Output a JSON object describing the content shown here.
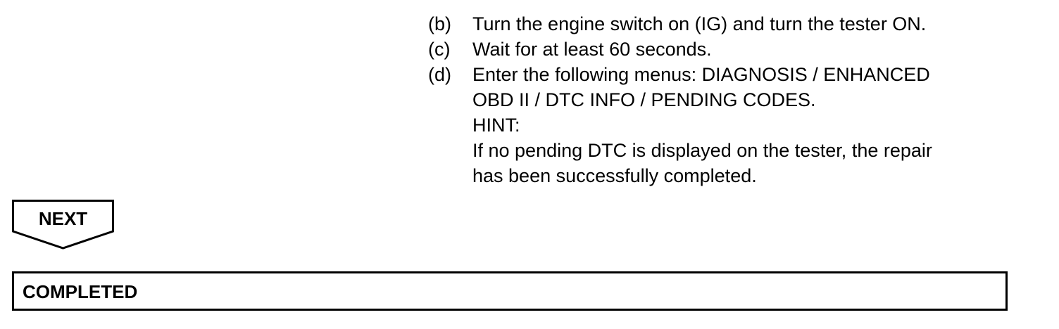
{
  "steps": [
    {
      "label": "(b)",
      "lines": [
        "Turn the engine switch on (IG) and turn the tester ON."
      ]
    },
    {
      "label": "(c)",
      "lines": [
        "Wait for at least 60 seconds."
      ]
    },
    {
      "label": "(d)",
      "lines": [
        "Enter the following menus: DIAGNOSIS / ENHANCED",
        "OBD II / DTC INFO / PENDING CODES.",
        "HINT:",
        "If no pending DTC is displayed on the tester, the repair",
        "has been successfully completed."
      ]
    }
  ],
  "next_flag": {
    "label": "NEXT",
    "icon": "down-arrow-flag"
  },
  "result_box": {
    "label": "COMPLETED"
  }
}
